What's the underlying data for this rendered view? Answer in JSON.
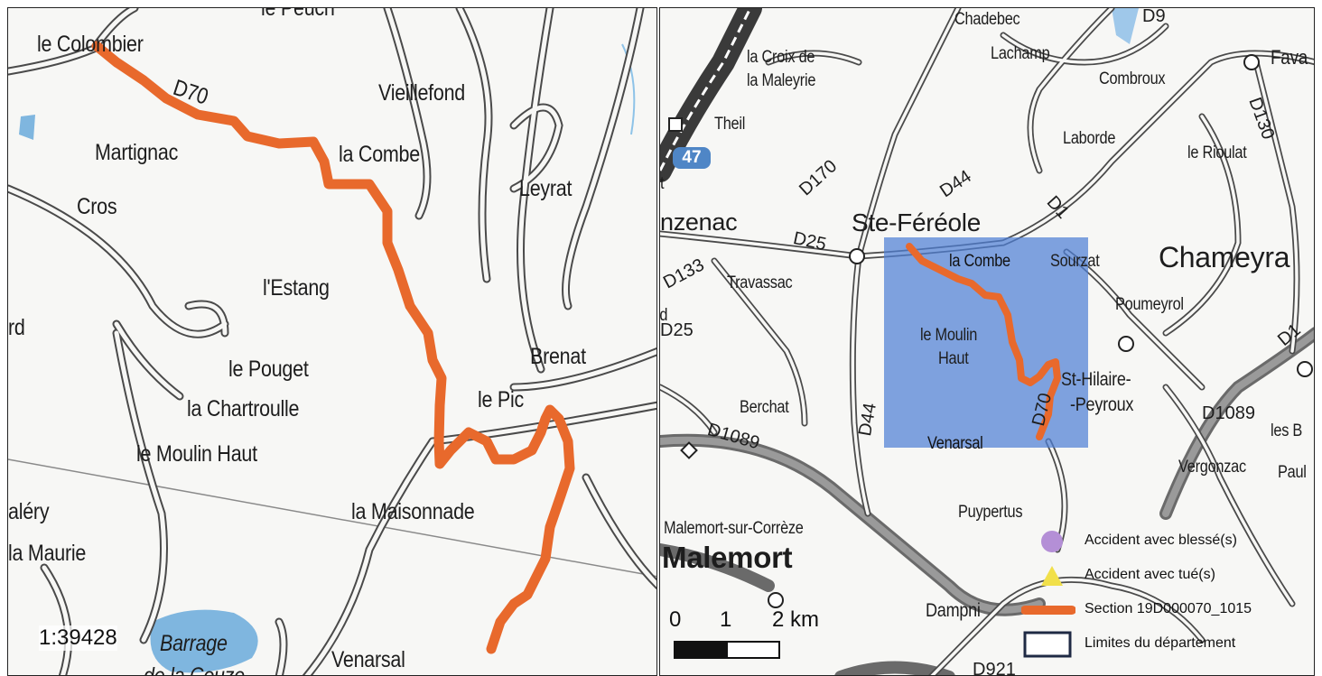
{
  "left_map": {
    "labels": {
      "le_colombier": "le Colombier",
      "d70": "D70",
      "vieillefond": "Vieillefond",
      "martignac": "Martignac",
      "la_combe": "la Combe",
      "leyrat": "Leyrat",
      "cros": "Cros",
      "lestang": "l'Estang",
      "rd": "rd",
      "brenat": "Brenat",
      "le_pouget": "le Pouget",
      "le_pic": "le Pic",
      "la_chartroulle": "la Chartroulle",
      "le_moulin_haut": "le Moulin Haut",
      "alery": "aléry",
      "la_maisonnade": "la Maisonnade",
      "la_maurie": "la Maurie",
      "barrage": "Barrage",
      "de_la_couze": "de la Couze",
      "venarsal": "Venarsal",
      "le_peuch": "le Peuch"
    },
    "scale_ratio": "1:39428",
    "route_color": "#e8692c",
    "water_color": "#7fb6df"
  },
  "right_map": {
    "labels": {
      "chadebec": "Chadebec",
      "lachamp": "Lachamp",
      "la_croix": "la Croix de",
      "la_maleyrie": "la Maleyrie",
      "combroux": "Combroux",
      "fava": "Fava",
      "theil": "Theil",
      "laborde": "Laborde",
      "le_rioulat": "le Rioulat",
      "nzenac": "nzenac",
      "ste_fereole": "Ste-Féréole",
      "la_combe": "la Combe",
      "sourzat": "Sourzat",
      "chameyra": "Chameyra",
      "travassac": "Travassac",
      "poumeyrol": "Poumeyrol",
      "le_moulin": "le Moulin",
      "haut": "Haut",
      "st_hilaire": "St-Hilaire-",
      "peyroux": "-Peyroux",
      "berchat": "Berchat",
      "les_b": "les B",
      "venarsal": "Venarsal",
      "vergonzac": "Vergonzac",
      "paul": "Paul",
      "puypertus": "Puypertus",
      "malemort_sur": "Malemort-sur-Corrèze",
      "malemort": "Malemort",
      "dampni": "Dampni",
      "t": "t",
      "ld": "ld"
    },
    "roads": {
      "d9": "D9",
      "d130": "D130",
      "d170": "D170",
      "d44": "D44",
      "d1": "D1",
      "d25": "D25",
      "d133": "D133",
      "d44b": "D44",
      "d70": "D70",
      "d1089": "D1089",
      "d1089b": "D1089",
      "d921": "D921",
      "d1b": "D1"
    },
    "motorway_badge": "47",
    "scale": {
      "zero": "0",
      "one": "1",
      "two": "2 km"
    },
    "highlight_color": "#4f7fd6",
    "route_color": "#e8692c"
  },
  "legend": {
    "items": [
      {
        "label": "Accident avec blessé(s)",
        "symbol": "circle",
        "color": "#b48fd6"
      },
      {
        "label": "Accident avec tué(s)",
        "symbol": "triangle",
        "color": "#f1e04a"
      },
      {
        "label": "Section 19D000070_1015",
        "symbol": "line",
        "color": "#e8692c"
      },
      {
        "label": "Limites du département",
        "symbol": "rect",
        "color": "#1f2a44"
      }
    ]
  }
}
